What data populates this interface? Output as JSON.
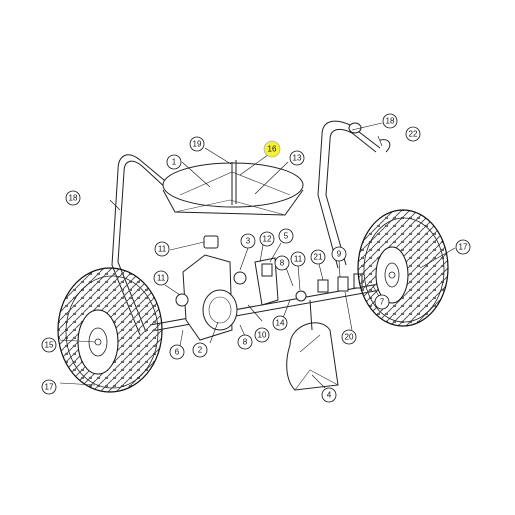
{
  "diagram": {
    "highlight_color": "#f5f03c",
    "callouts": [
      {
        "id": "c1",
        "label": "1"
      },
      {
        "id": "c2",
        "label": "2"
      },
      {
        "id": "c3",
        "label": "3"
      },
      {
        "id": "c4",
        "label": "4"
      },
      {
        "id": "c5",
        "label": "5"
      },
      {
        "id": "c6",
        "label": "6"
      },
      {
        "id": "c7",
        "label": "7"
      },
      {
        "id": "c8a",
        "label": "8"
      },
      {
        "id": "c8b",
        "label": "8"
      },
      {
        "id": "c9",
        "label": "9"
      },
      {
        "id": "c10",
        "label": "10"
      },
      {
        "id": "c11a",
        "label": "11"
      },
      {
        "id": "c11b",
        "label": "11"
      },
      {
        "id": "c11c",
        "label": "11"
      },
      {
        "id": "c12",
        "label": "12"
      },
      {
        "id": "c13",
        "label": "13"
      },
      {
        "id": "c14",
        "label": "14"
      },
      {
        "id": "c15",
        "label": "15"
      },
      {
        "id": "c16",
        "label": "16",
        "highlighted": true
      },
      {
        "id": "c17a",
        "label": "17"
      },
      {
        "id": "c17b",
        "label": "17"
      },
      {
        "id": "c18a",
        "label": "18"
      },
      {
        "id": "c18b",
        "label": "18"
      },
      {
        "id": "c19",
        "label": "19"
      },
      {
        "id": "c20",
        "label": "20"
      },
      {
        "id": "c21",
        "label": "21"
      },
      {
        "id": "c22",
        "label": "22"
      }
    ]
  }
}
